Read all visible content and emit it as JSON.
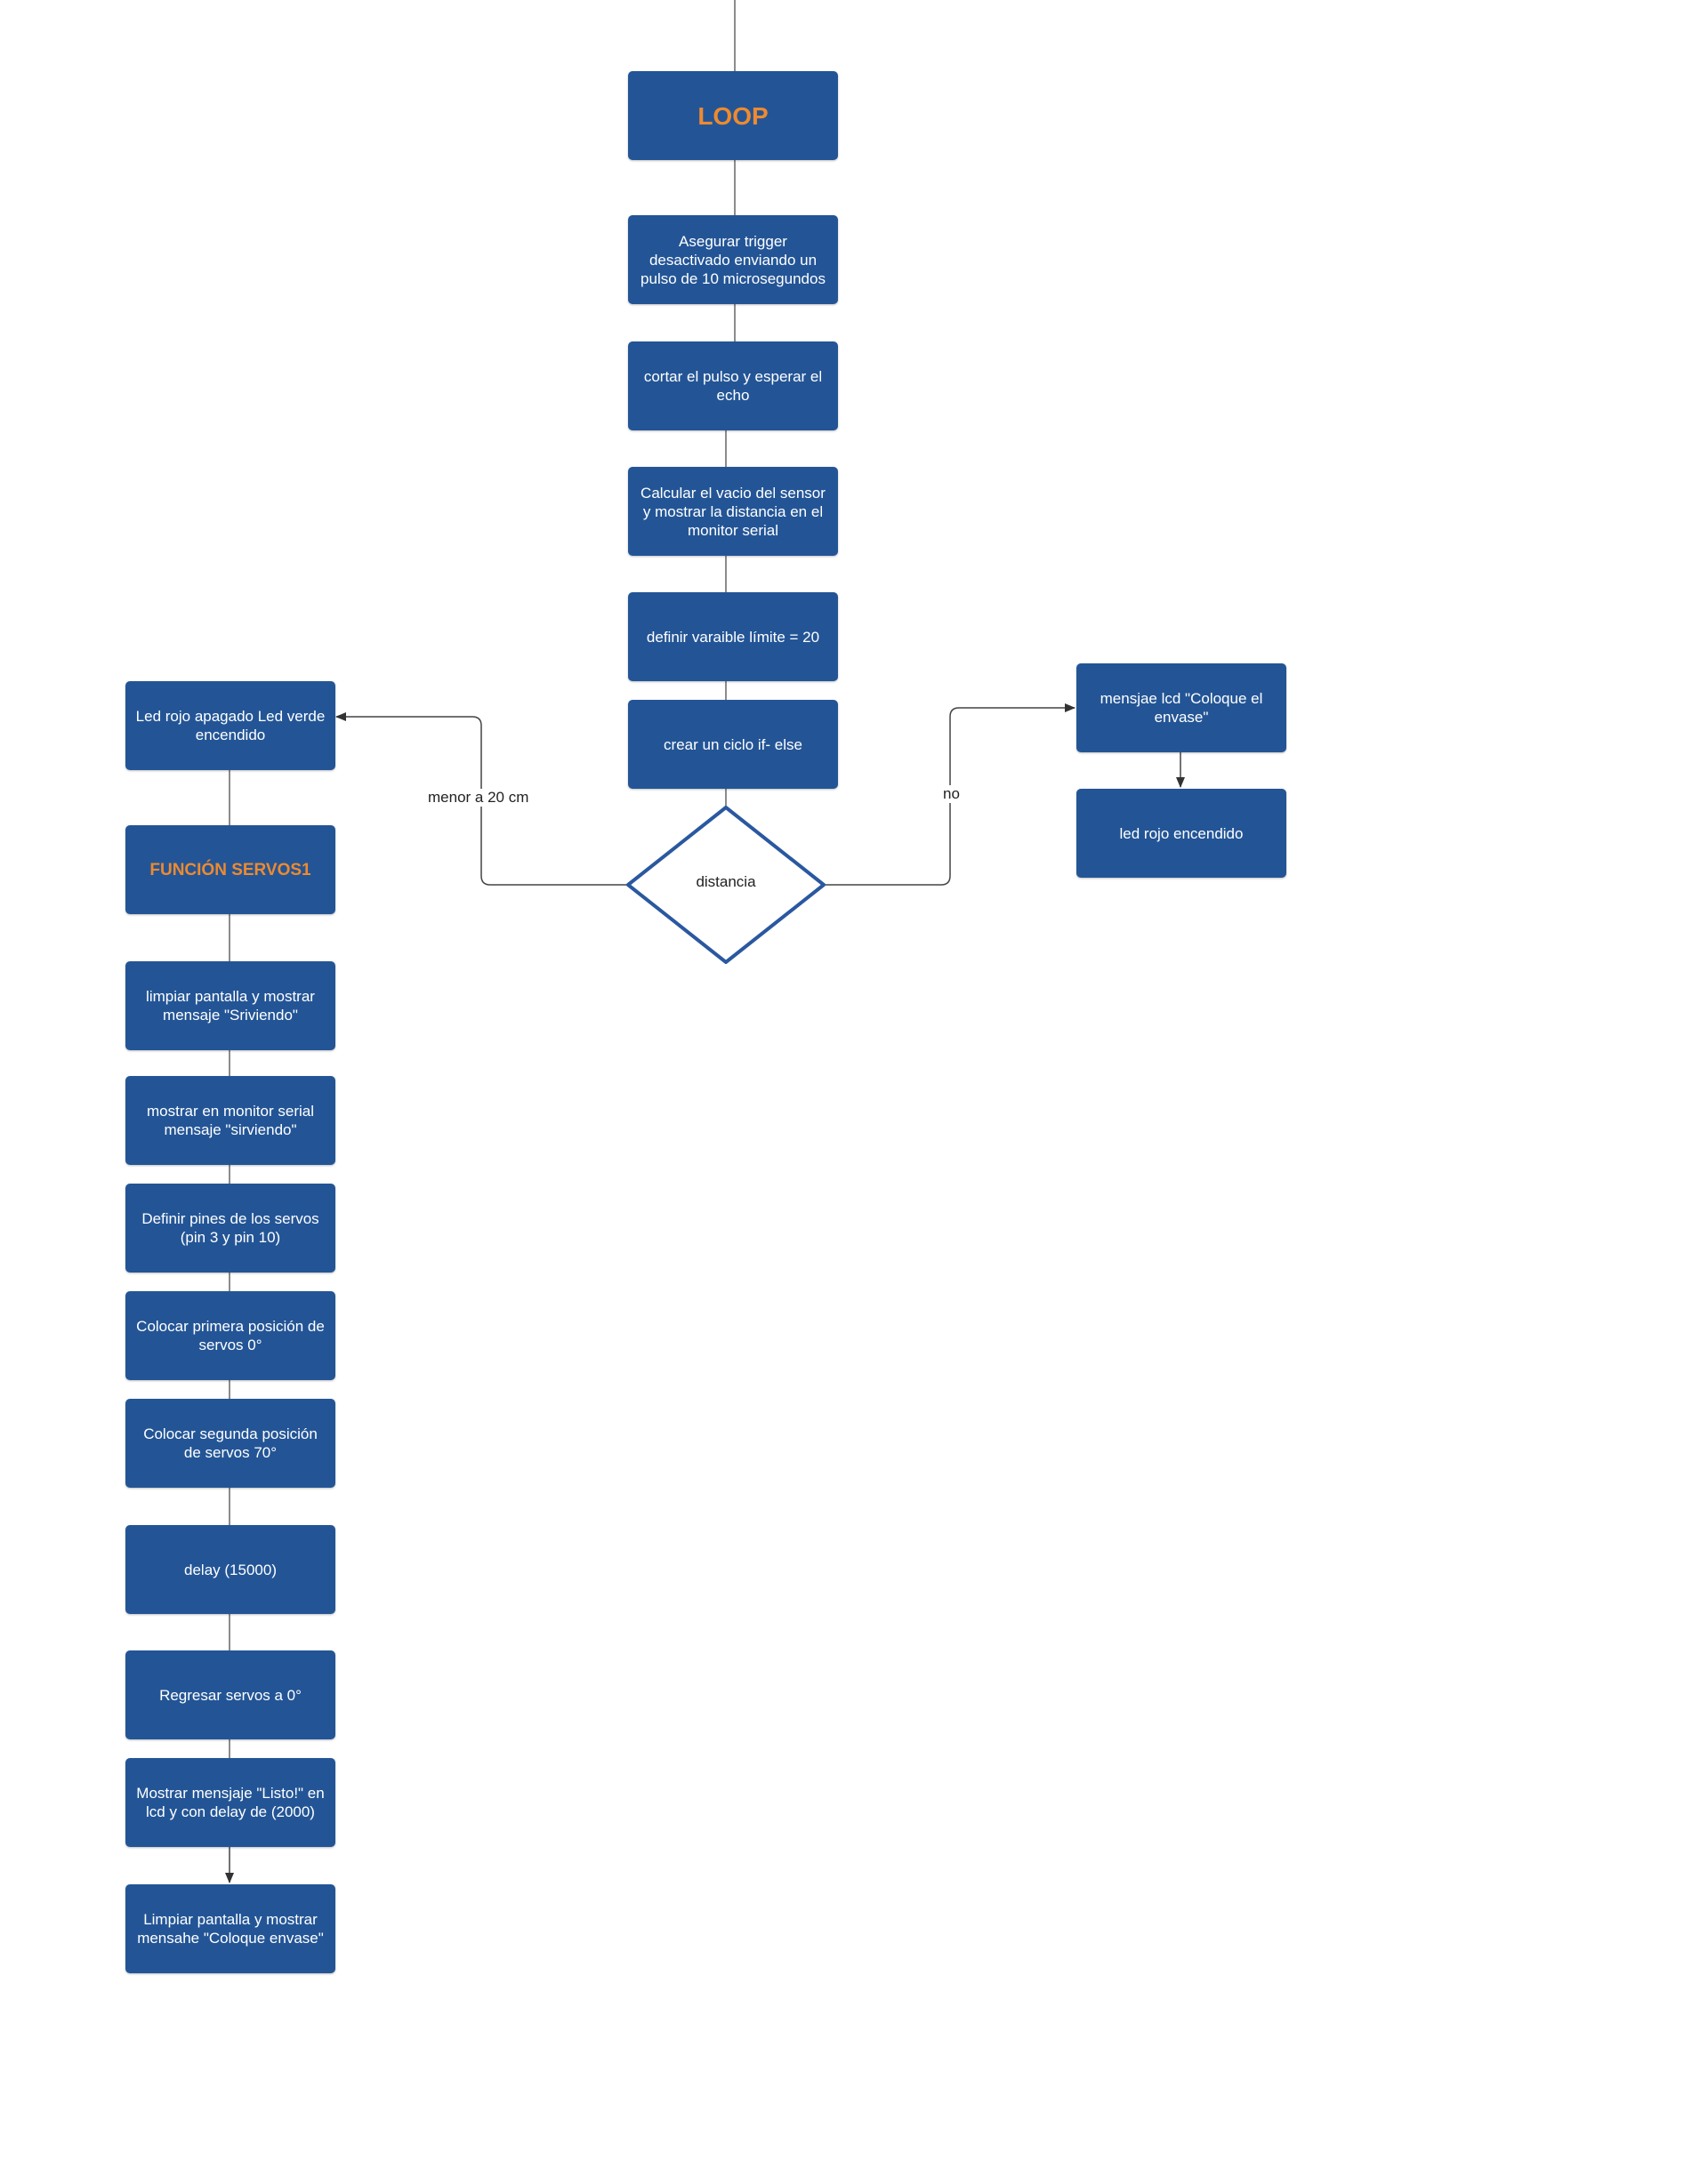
{
  "nodes": {
    "loop": "LOOP",
    "trigger": "Asegurar  trigger\ndesactivado enviando un\npulso de 10 microsegundos",
    "cortar": "cortar el pulso y esperar el\necho",
    "calcular": "Calcular el vacio del sensor\ny mostrar la distancia en el\nmonitor serial",
    "definir": "definir varaible límite = 20",
    "ciclo": "crear un ciclo if-  else",
    "decision": "distancia",
    "led_rojo_apagado": "Led rojo apagado Led verde\nencendido",
    "funcion_servos": "FUNCIÓN SERVOS1",
    "limpiar1": "limpiar pantalla y mostrar\nmensaje \"Sriviendo\"",
    "monitor": "mostrar en monitor serial\nmensaje \"sirviendo\"",
    "pines": "Definir pines de los servos\n(pin 3 y pin 10)",
    "pos1": "Colocar primera posición de\nservos 0°",
    "pos2": "Colocar segunda posición\nde servos 70°",
    "delay": "delay (15000)",
    "regresar": "Regresar servos a 0°",
    "listo": "Mostrar mensjaje \"Listo!\" en\nlcd y con delay de (2000)",
    "limpiar2": "Limpiar pantalla y mostrar\nmensahe \"Coloque envase\"",
    "mensaje_lcd": "mensjae lcd \"Coloque el\nenvase\"",
    "led_rojo": "led rojo encendido"
  },
  "edges": {
    "yes_label": "menor a 20 cm",
    "no_label": "no"
  },
  "colors": {
    "node_fill": "#235596",
    "title_text": "#ee8a2f",
    "line": "#555555"
  }
}
